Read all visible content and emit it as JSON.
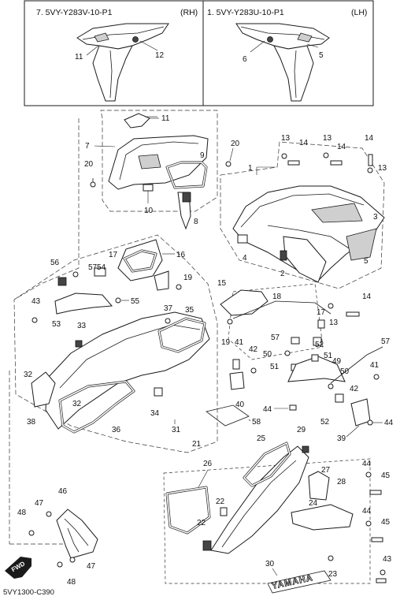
{
  "header": {
    "left_title": "7. 5VY-Y283V-10-P1",
    "left_side": "(RH)",
    "right_title": "1. 5VY-Y283U-10-P1",
    "right_side": "(LH)"
  },
  "inset_labels": {
    "left_a": "11",
    "left_b": "12",
    "right_a": "6",
    "right_b": "5"
  },
  "callouts": {
    "c11": "11",
    "c7": "7",
    "c9": "9",
    "c20a": "20",
    "c10": "10",
    "c8": "8",
    "c20b": "20",
    "c1": "1",
    "c13a": "13",
    "c14a": "14",
    "c13b": "13",
    "c14b": "14",
    "c14c": "14",
    "c13c": "13",
    "c3": "3",
    "c4": "4",
    "c2": "2",
    "c5": "5",
    "c16": "16",
    "c17": "17",
    "c56": "56",
    "c57a": "57",
    "c54": "54",
    "c19a": "19",
    "c43a": "43",
    "c55": "55",
    "c53": "53",
    "c33": "33",
    "c37": "37",
    "c35": "35",
    "c15": "15",
    "c18": "18",
    "c14d": "14",
    "c13d": "13",
    "c17b": "17",
    "c19b": "19",
    "c41a": "41",
    "c42a": "42",
    "c57b": "57",
    "c52a": "52",
    "c50a": "50",
    "c51a": "51",
    "c49": "49",
    "c50b": "50",
    "c51b": "51",
    "c57c": "57",
    "c41b": "41",
    "c42b": "42",
    "c40": "40",
    "c32a": "32",
    "c32b": "32",
    "c38": "38",
    "c36": "36",
    "c34": "34",
    "c31": "31",
    "c58": "58",
    "c44a": "44",
    "c52b": "52",
    "c29": "29",
    "c39": "39",
    "c44b": "44",
    "c21": "21",
    "c26": "26",
    "c25": "25",
    "c27": "27",
    "c28": "28",
    "c24": "24",
    "c44c": "44",
    "c45a": "45",
    "c44d": "44",
    "c45b": "45",
    "c22a": "22",
    "c22b": "22",
    "c23": "23",
    "c30": "30",
    "c43b": "43",
    "c46": "46",
    "c47a": "47",
    "c48a": "48",
    "c47b": "47",
    "c48b": "48"
  },
  "fwd_badge": "FWD",
  "brand_mark": "YAMAHA",
  "diagram_code": "5VY1300-C390"
}
